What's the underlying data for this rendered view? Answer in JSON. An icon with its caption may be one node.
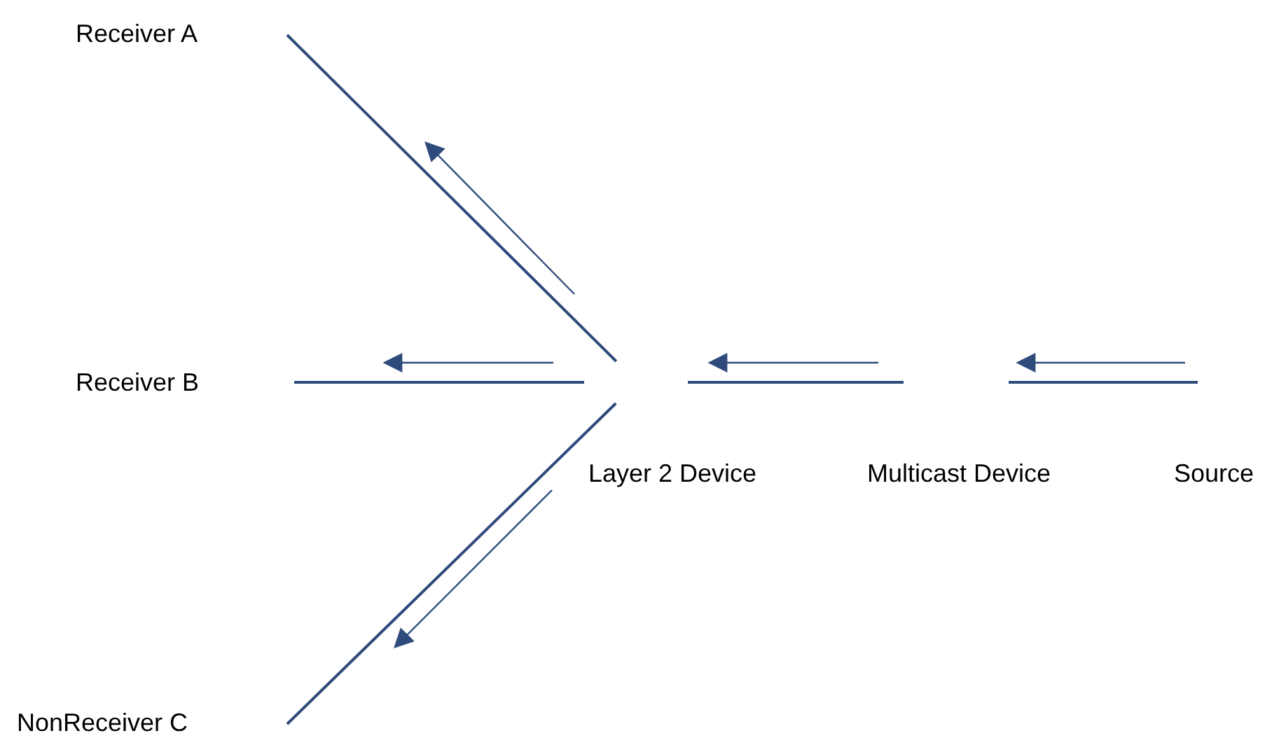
{
  "diagram": {
    "nodes": [
      {
        "text": [
          "Receiver A"
        ]
      },
      {
        "text": [
          "Receiver B"
        ]
      },
      {
        "text": [
          "Layer 2 Device"
        ]
      },
      {
        "text": [
          "Multicast Device"
        ]
      },
      {
        "text": [
          "Source"
        ]
      },
      {
        "text": [
          "NonReceiver C"
        ]
      }
    ],
    "edges": [
      {
        "from": 4,
        "to": 3,
        "arrow": "none"
      },
      {
        "from": 3,
        "to": 2,
        "arrow": "none"
      },
      {
        "from": 2,
        "to": 0,
        "arrow": "none"
      },
      {
        "from": 2,
        "to": 1,
        "arrow": "none"
      },
      {
        "from": 2,
        "to": 5,
        "arrow": "none"
      }
    ]
  }
}
